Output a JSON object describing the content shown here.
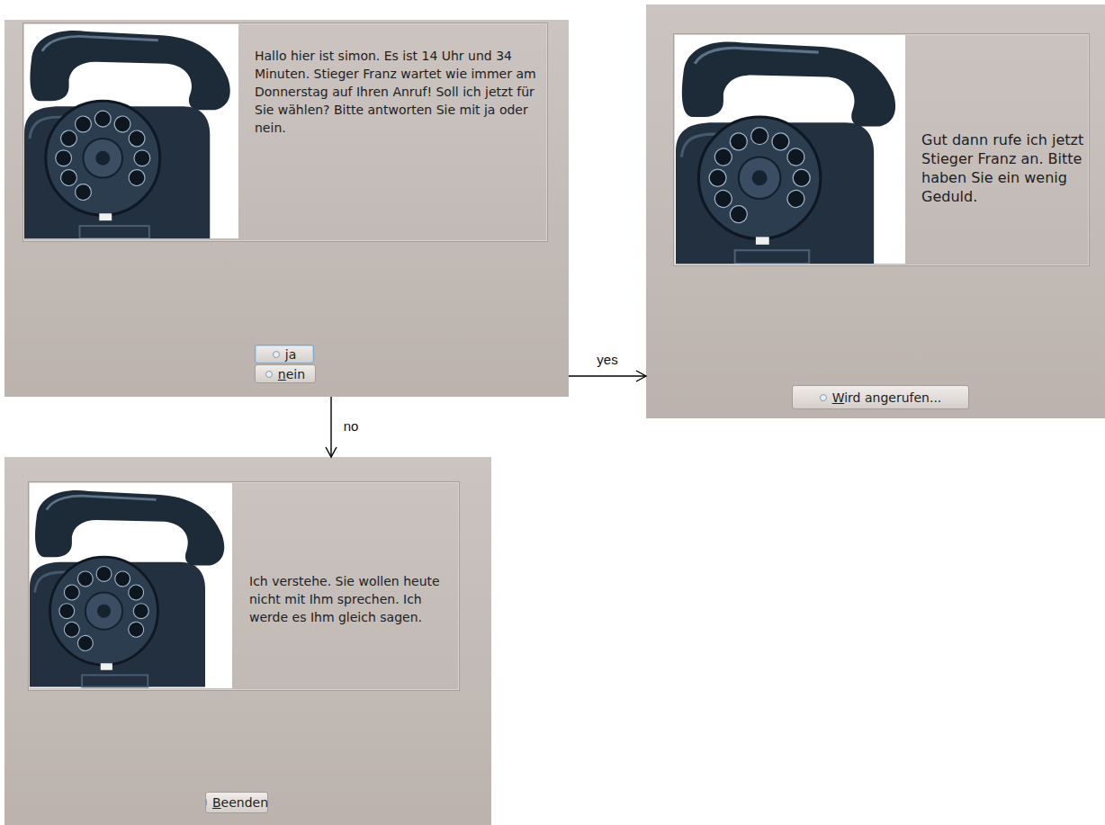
{
  "diagram": {
    "nodes": [
      {
        "text": [
          "Hallo hier ist simon. Es ist 14 Uhr und 34 Minuten. Stieger Franz wartet wie immer am Donnerstag auf Ihren Anruf! Soll ich jetzt für Sie wählen? Bitte antworten Sie mit ja oder nein."
        ]
      },
      {
        "text": [
          "ja"
        ],
        "in": 0
      },
      {
        "text": [
          "nein"
        ],
        "in": 0
      },
      {
        "text": [
          "Gut dann rufe ich jetzt Stieger Franz an. Bitte haben Sie ein wenig Geduld."
        ]
      },
      {
        "text": [
          "Wird angerufen..."
        ],
        "in": 3
      },
      {
        "text": [
          "Ich verstehe. Sie wollen heute nicht mit Ihm sprechen. Ich werde es Ihm gleich sagen."
        ]
      },
      {
        "text": [
          "Beenden"
        ],
        "in": 5
      }
    ],
    "edges": [
      {
        "from": 0,
        "to": 3,
        "label": "yes",
        "arrow": "to"
      },
      {
        "from": 0,
        "to": 5,
        "label": "no",
        "arrow": "to"
      }
    ]
  }
}
